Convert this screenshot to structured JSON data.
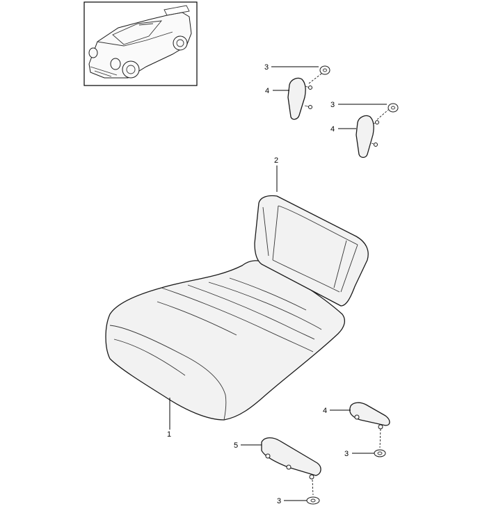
{
  "callouts": [
    {
      "id": "c1",
      "text": "1"
    },
    {
      "id": "c2",
      "text": "2"
    },
    {
      "id": "c3a",
      "text": "3"
    },
    {
      "id": "c4a",
      "text": "4"
    },
    {
      "id": "c3b",
      "text": "3"
    },
    {
      "id": "c4b",
      "text": "4"
    },
    {
      "id": "c4c",
      "text": "4"
    },
    {
      "id": "c5",
      "text": "5"
    },
    {
      "id": "c3c",
      "text": "3"
    },
    {
      "id": "c3d",
      "text": "3"
    }
  ],
  "colors": {
    "line": "#000000",
    "part_fill": "#f2f2f2",
    "background": "#ffffff"
  }
}
